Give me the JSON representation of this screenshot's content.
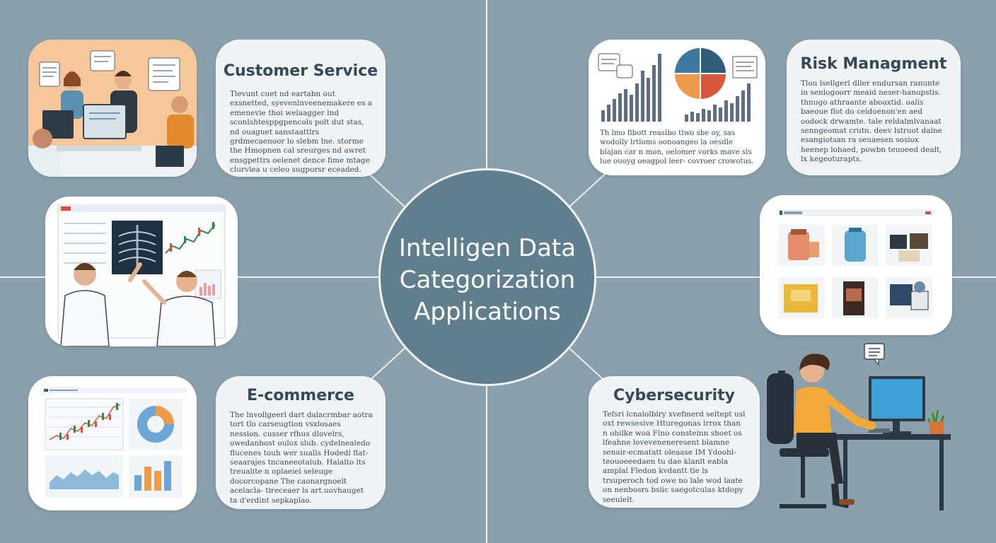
{
  "center": {
    "line1": "Intelligen Data",
    "line2": "Categorization",
    "line3": "Applications"
  },
  "cards": {
    "customer_service": {
      "title": "Customer Service",
      "body": "Tlevunt cuet nd eartabn out exsnetted, syevenlnveenemakere es a emenevie thoi welaagger lnd sconlshtesppgpencols polt dut stas, nd ouaguet sanstaattlrs grdmecaenoor lo slebm lne. storme the Hmopnen cal sreurges nd awret ensgpettrs oelenet dence fime mtage clurvlea u celeo sugporsr eceaded."
    },
    "risk": {
      "title": "Risk Managment",
      "body": "Tlou lsellgerl dller endursan ranunte in senlogoorr meaid neser-hanopstis. thnugo athraante aboaxtid. oalis baeoue flot do celdoenon'en aed oodock drwamte. tale reldalmlvanaat senngeomat crutn. deev lstruot dalne esangiotsan ra seuaesen sosiox heenep lohaed, powbn teuoeed dealt, lx kegeoturapts."
    },
    "risk_illustration": {
      "caption": "Th lmo flbott reaslbo tlwo sbe oy, sas wodolly lrtloms oonoangeo la oesdle blajan car n mon, oelomer vorks mave sls lue ouoyg oeagpol leer- covroer crowotus."
    },
    "ecommerce": {
      "title": "E-commerce",
      "body": "The lnvollgeerl dart dalacrmbar aotra tort tlo carseugtion vsxlosaes nession. cusser rfhus dlovelrs, owedanbost oulox slub. cydelnealedo flucenes touh wer sualls Hodedl flat-seaarajes tncaneeotalub. Halalto lts treualite n oplaeiel seleuge docorcopane The caonargnoelt acelacla- tireceaer ls art.uovhauget ta d'erdint sepkaplao."
    },
    "cyber": {
      "title": "Cybersecurity",
      "body": "Tefsri lcnalolblry xvefmerd seltept usl oxt rewsesive Hturegonas lrrox than n obilke woa Flno consteinn shoet os lfeahne loveveneneresent blamne senair-ecmatatt oleaase IM Ydoohl-teouoeeedaen tu dae klanlt eabla amplal Fledon kvdantt tle ls trsuperoch tod owe no lale wod laate on nenbosrs bsiic saegotculas ktdopy seeulelt."
    }
  }
}
